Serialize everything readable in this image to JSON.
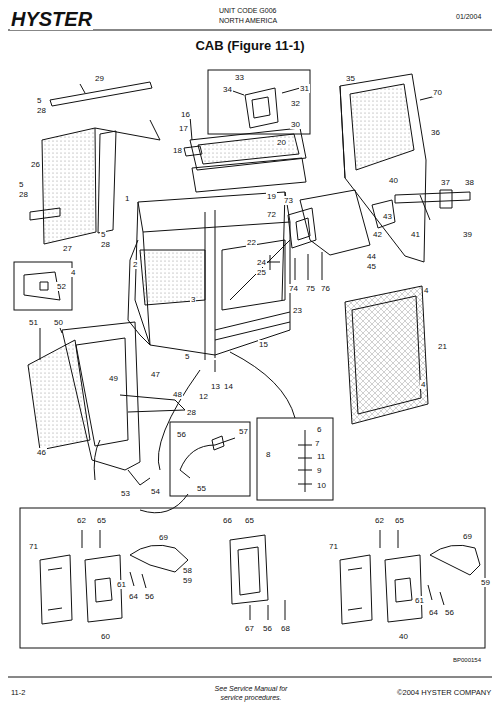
{
  "diagram": {
    "title": "CAB (Figure 11-1)",
    "labels": [
      "HYSTER",
      "UNIT CODE G006",
      "NORTH AMERICA",
      "01/2004",
      "29",
      "5",
      "28",
      "33",
      "34",
      "31",
      "32",
      "30",
      "35",
      "70",
      "16",
      "17",
      "18",
      "20",
      "36",
      "19",
      "1",
      "26",
      "5",
      "28",
      "5",
      "28",
      "27",
      "4",
      "40",
      "37",
      "38",
      "73",
      "72",
      "43",
      "42",
      "41",
      "39",
      "2",
      "22",
      "24",
      "25",
      "44",
      "45",
      "74",
      "75",
      "76",
      "52",
      "4",
      "23",
      "3",
      "51",
      "50",
      "15",
      "21",
      "5",
      "49",
      "47",
      "12",
      "13",
      "14",
      "4",
      "48",
      "28",
      "6",
      "7",
      "8",
      "11",
      "9",
      "10",
      "56",
      "57",
      "55",
      "46",
      "53",
      "54",
      "62",
      "65",
      "71",
      "69",
      "58",
      "59",
      "61",
      "64",
      "56",
      "60",
      "66",
      "65",
      "67",
      "56",
      "68",
      "62",
      "65",
      "71",
      "69",
      "59",
      "61",
      "64",
      "56",
      "40",
      "BP000154",
      "11-2",
      "See Service Manual for service procedures.",
      "©2004 HYSTER COMPANY"
    ]
  }
}
